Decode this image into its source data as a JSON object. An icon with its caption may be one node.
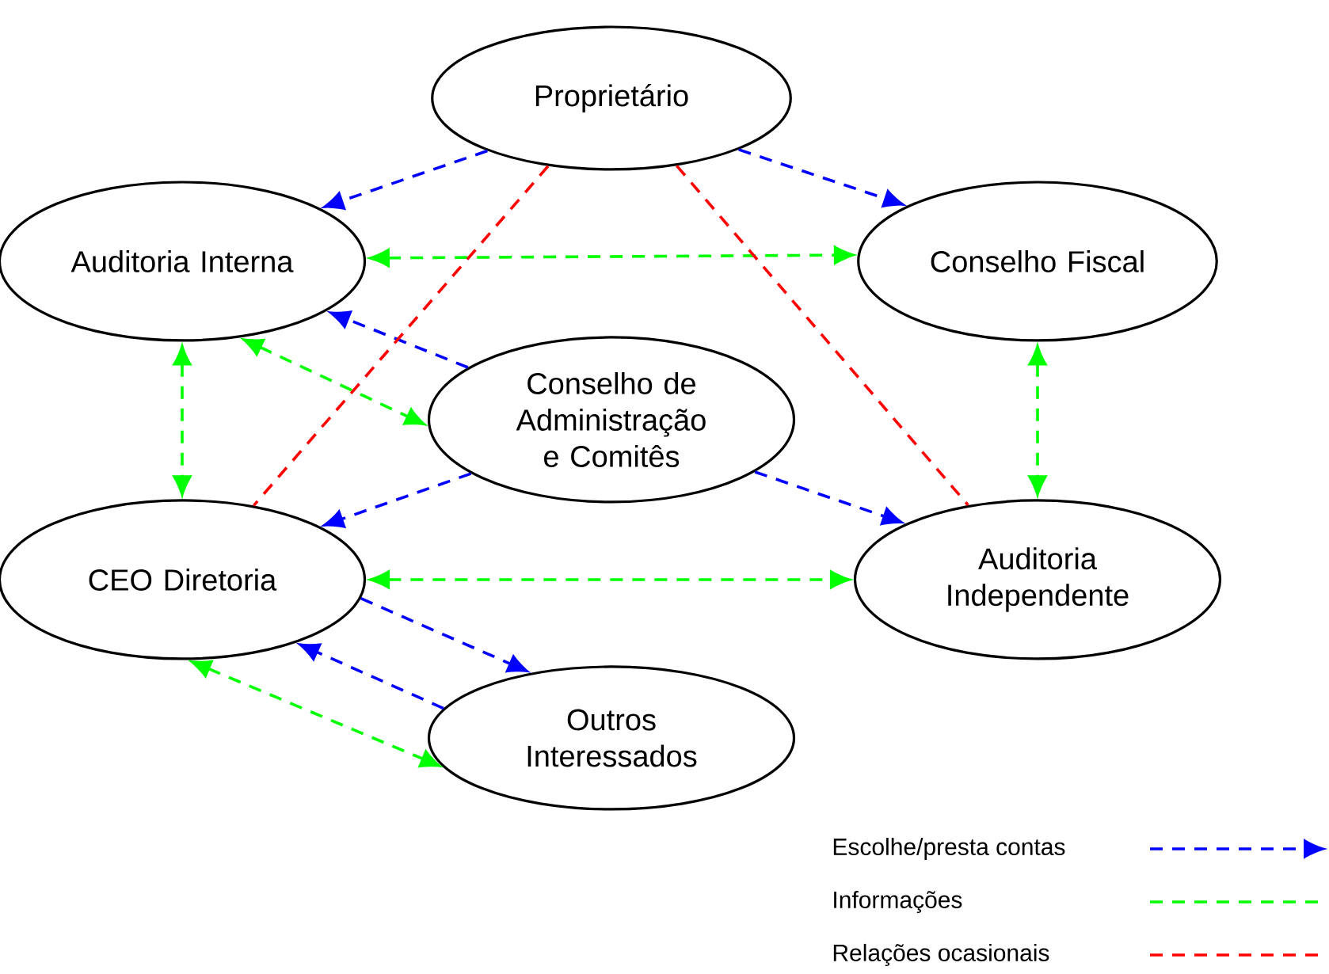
{
  "diagram": {
    "nodes": [
      {
        "text": [
          "Proprietário"
        ]
      },
      {
        "text": [
          "Auditoria Interna"
        ]
      },
      {
        "text": [
          "Conselho Fiscal"
        ]
      },
      {
        "text": [
          "Conselho de Administração e Comitês"
        ]
      },
      {
        "text": [
          "CEO Diretoria"
        ]
      },
      {
        "text": [
          "Auditoria Independente"
        ]
      },
      {
        "text": [
          "Outros Interessados"
        ]
      }
    ],
    "edges": [
      {
        "from": 0,
        "to": 1,
        "arrow": "to",
        "style": "dashed"
      },
      {
        "from": 0,
        "to": 2,
        "arrow": "to",
        "style": "dashed"
      },
      {
        "from": 1,
        "to": 2,
        "arrow": "both",
        "style": "dashed",
        "color": "#00ff00"
      },
      {
        "from": 3,
        "to": 1,
        "arrow": "to",
        "style": "dashed"
      },
      {
        "from": 1,
        "to": 3,
        "arrow": "both",
        "style": "dashed",
        "color": "#00ff00"
      },
      {
        "from": 1,
        "to": 4,
        "arrow": "both",
        "style": "dashed",
        "color": "#00ff00"
      },
      {
        "from": 2,
        "to": 5,
        "arrow": "both",
        "style": "dashed",
        "color": "#00ff00"
      },
      {
        "from": 3,
        "to": 4,
        "arrow": "to",
        "style": "dashed"
      },
      {
        "from": 3,
        "to": 5,
        "arrow": "to",
        "style": "dashed"
      },
      {
        "from": 4,
        "to": 5,
        "arrow": "both",
        "style": "dashed",
        "color": "#00ff00"
      },
      {
        "from": 4,
        "to": 6,
        "arrow": "to",
        "style": "dashed"
      },
      {
        "from": 6,
        "to": 4,
        "arrow": "to",
        "style": "dashed"
      },
      {
        "from": 4,
        "to": 6,
        "arrow": "both",
        "style": "dashed",
        "color": "#00ff00"
      },
      {
        "from": 0,
        "to": 4,
        "arrow": "none",
        "style": "dashed",
        "color": "#ff0000"
      },
      {
        "from": 0,
        "to": 5,
        "arrow": "none",
        "style": "dashed",
        "color": "#ff0000"
      }
    ],
    "legend": [
      {
        "text": "Escolhe/presta contas"
      },
      {
        "text": "Informações"
      },
      {
        "text": "Relações ocasionais"
      }
    ]
  }
}
